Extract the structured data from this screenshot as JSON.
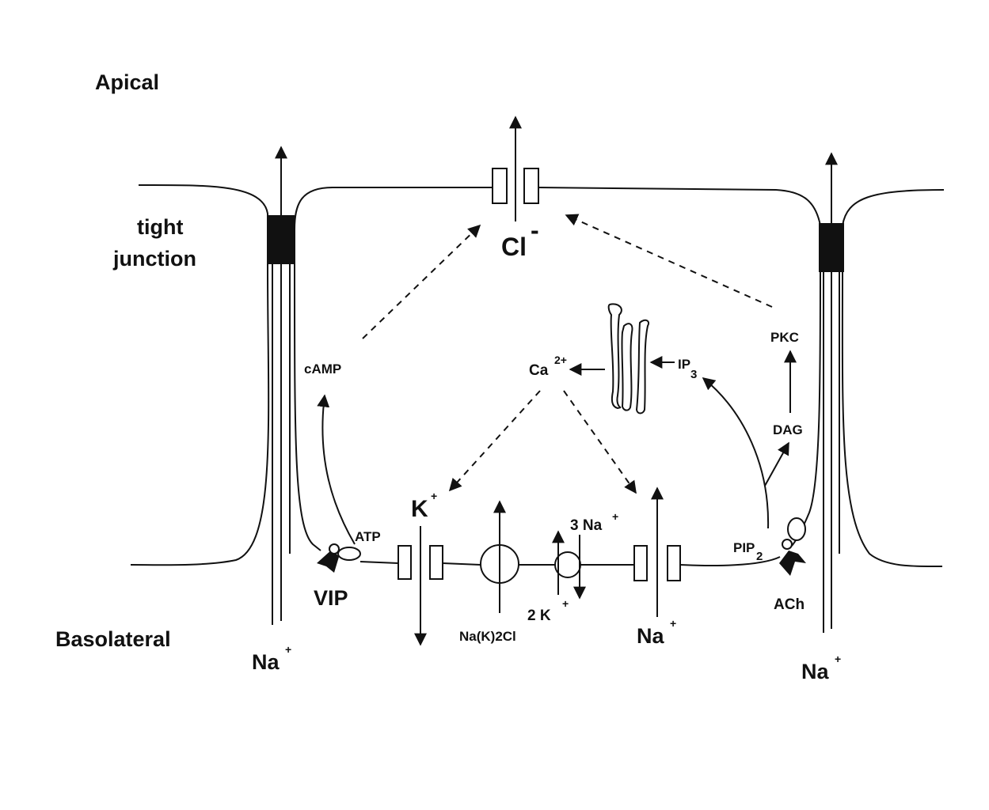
{
  "regions": {
    "apical": "Apical",
    "tight_junction_line1": "tight",
    "tight_junction_line2": "junction",
    "basolateral": "Basolateral"
  },
  "ions": {
    "cl": "Cl",
    "cl_sup": "-",
    "k": "K",
    "k_sup": "+",
    "na": "Na",
    "na_sup": "+",
    "ca": "Ca",
    "ca_sup": "2+",
    "three_na": "3 Na",
    "two_k": "2 K"
  },
  "signaling": {
    "camp": "cAMP",
    "atp": "ATP",
    "vip": "VIP",
    "ip": "IP",
    "ip_sub": "3",
    "pkc": "PKC",
    "dag": "DAG",
    "pip": "PIP",
    "pip_sub": "2",
    "ach": "ACh"
  },
  "transporters": {
    "cotransporter": "Na(K)2Cl"
  }
}
